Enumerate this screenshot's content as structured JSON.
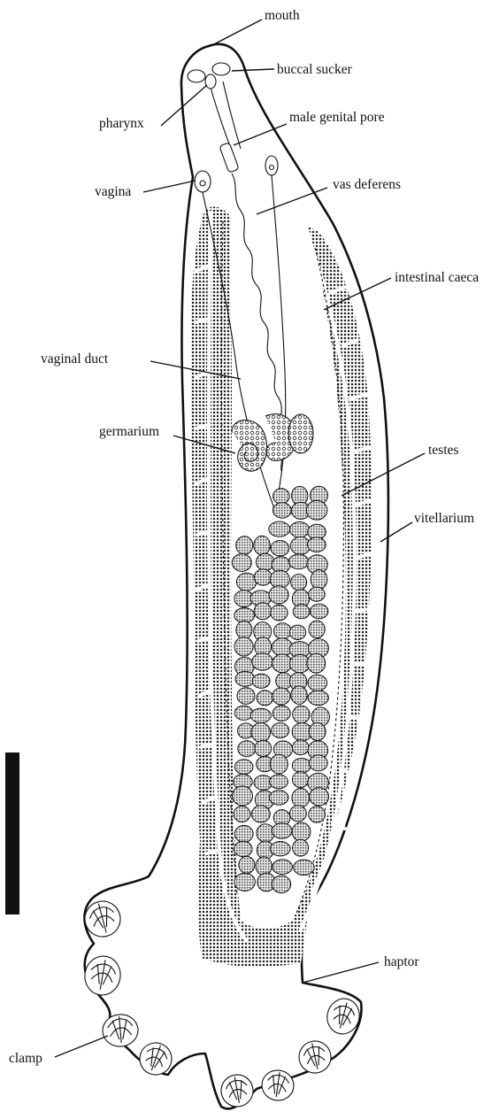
{
  "labels": {
    "mouth": "mouth",
    "buccal_sucker": "buccal sucker",
    "pharynx": "pharynx",
    "male_genital_pore": "male genital pore",
    "vagina": "vagina",
    "vas_deferens": "vas deferens",
    "intestinal_caeca": "intestinal caeca",
    "vaginal_duct": "vaginal duct",
    "germarium": "germarium",
    "testes": "testes",
    "vitellarium": "vitellarium",
    "haptor": "haptor",
    "clamp": "clamp"
  },
  "colors": {
    "ink": "#111111",
    "paper": "#ffffff",
    "stipple": "#222222",
    "scale_bar": "#111111"
  }
}
